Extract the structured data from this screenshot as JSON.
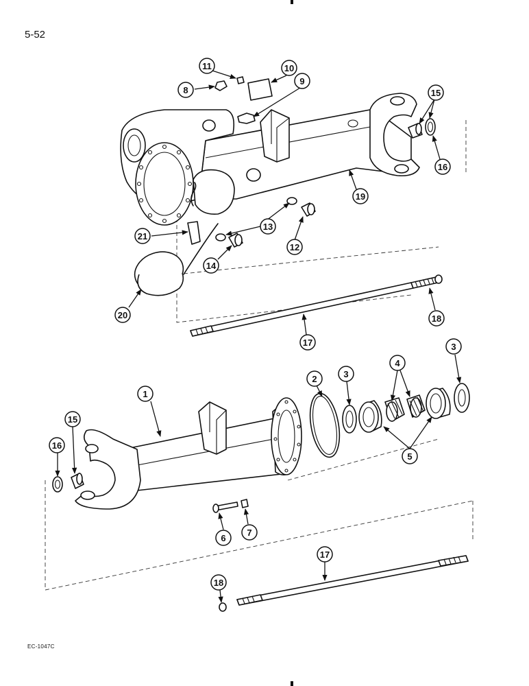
{
  "page_number": "5-52",
  "figure_code": "EC-1047C",
  "callouts": [
    "1",
    "2",
    "3",
    "3",
    "4",
    "5",
    "6",
    "7",
    "8",
    "9",
    "10",
    "11",
    "12",
    "13",
    "14",
    "15",
    "15",
    "16",
    "16",
    "17",
    "17",
    "18",
    "18",
    "19",
    "20",
    "21"
  ]
}
